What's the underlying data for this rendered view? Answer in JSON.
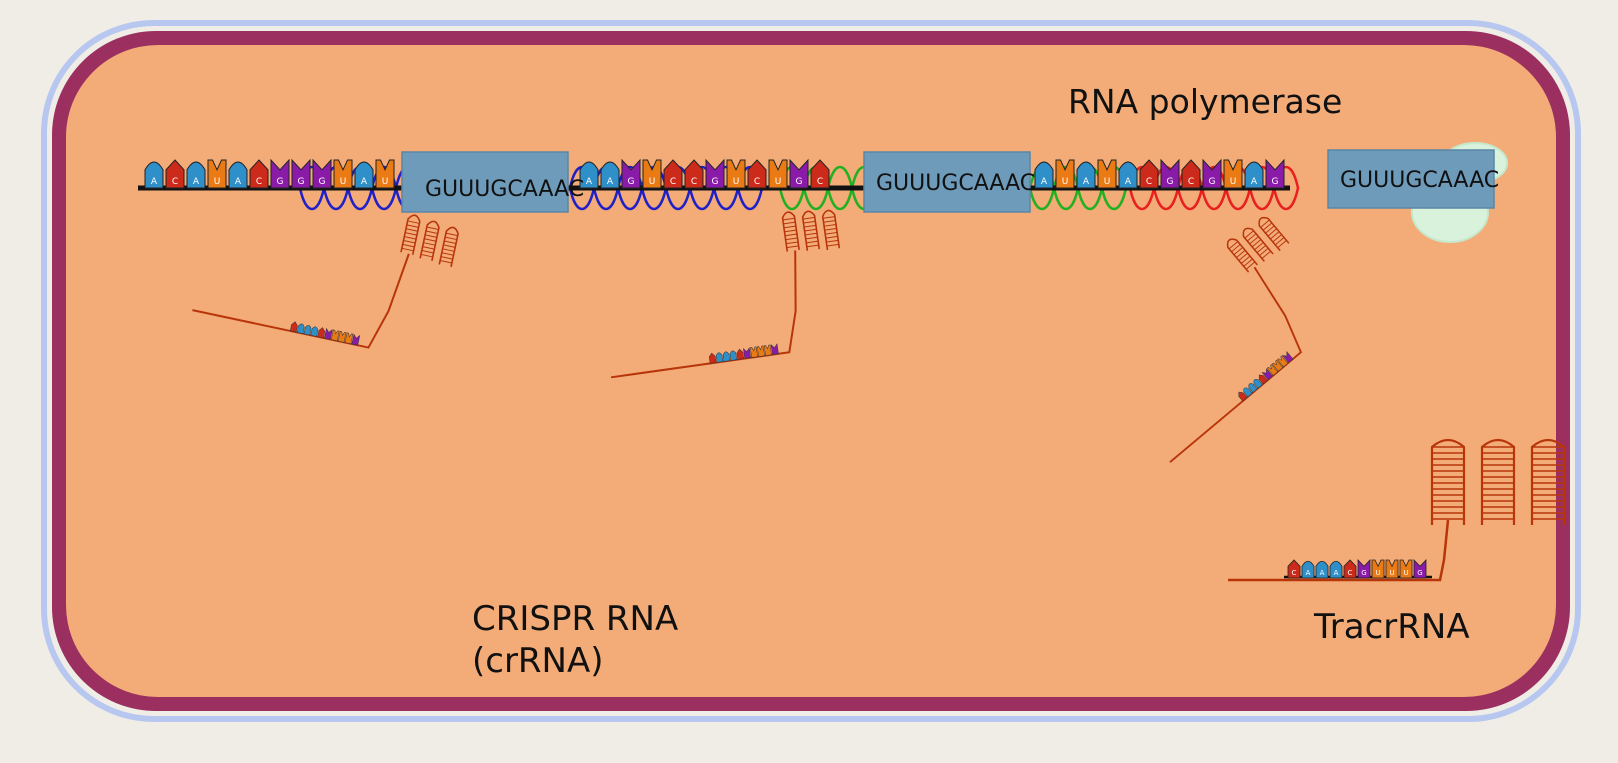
{
  "labels": {
    "rna_polymerase": "RNA polymerase",
    "crispr_rna_line1": "CRISPR RNA",
    "crispr_rna_line2": "(crRNA)",
    "tracr_rna": "TracrRNA"
  },
  "repeats": [
    {
      "text": "GUUUGCAAAC"
    },
    {
      "text": "GUUUGCAAAC"
    },
    {
      "text": "GUUUGCAAAC"
    }
  ],
  "dna_segments": [
    {
      "bases": [
        "A",
        "C",
        "A",
        "U",
        "A",
        "C",
        "G",
        "G",
        "G",
        "U",
        "A",
        "U"
      ]
    },
    {
      "bases": [
        "A",
        "A",
        "G",
        "U",
        "C",
        "C",
        "G",
        "U",
        "C",
        "U",
        "G",
        "C"
      ]
    },
    {
      "bases": [
        "A",
        "U",
        "A",
        "U",
        "A",
        "C",
        "G",
        "C",
        "G",
        "U",
        "A",
        "G"
      ]
    }
  ],
  "tracr_bases": [
    "C",
    "A",
    "A",
    "A",
    "C",
    "G",
    "U",
    "U",
    "U",
    "G"
  ],
  "colors": {
    "background": "#efede6",
    "cell_outer_glow": "#b7c7f0",
    "cell_membrane": "#9b3060",
    "cytoplasm": "#f3ac78",
    "repeat_box": "#6f9bbb",
    "repeat_box_edge": "#5a86a6",
    "dna_backbone": "#111111",
    "rna_strand": "#b8350a",
    "polymerase": "#d8f2dc",
    "base_A": "#2f8fc9",
    "base_C": "#cc2a1a",
    "base_G": "#8a1aa8",
    "base_U": "#ea7a14",
    "helix_blue": "#2020c8",
    "helix_green": "#20b020",
    "helix_red": "#e82020"
  }
}
